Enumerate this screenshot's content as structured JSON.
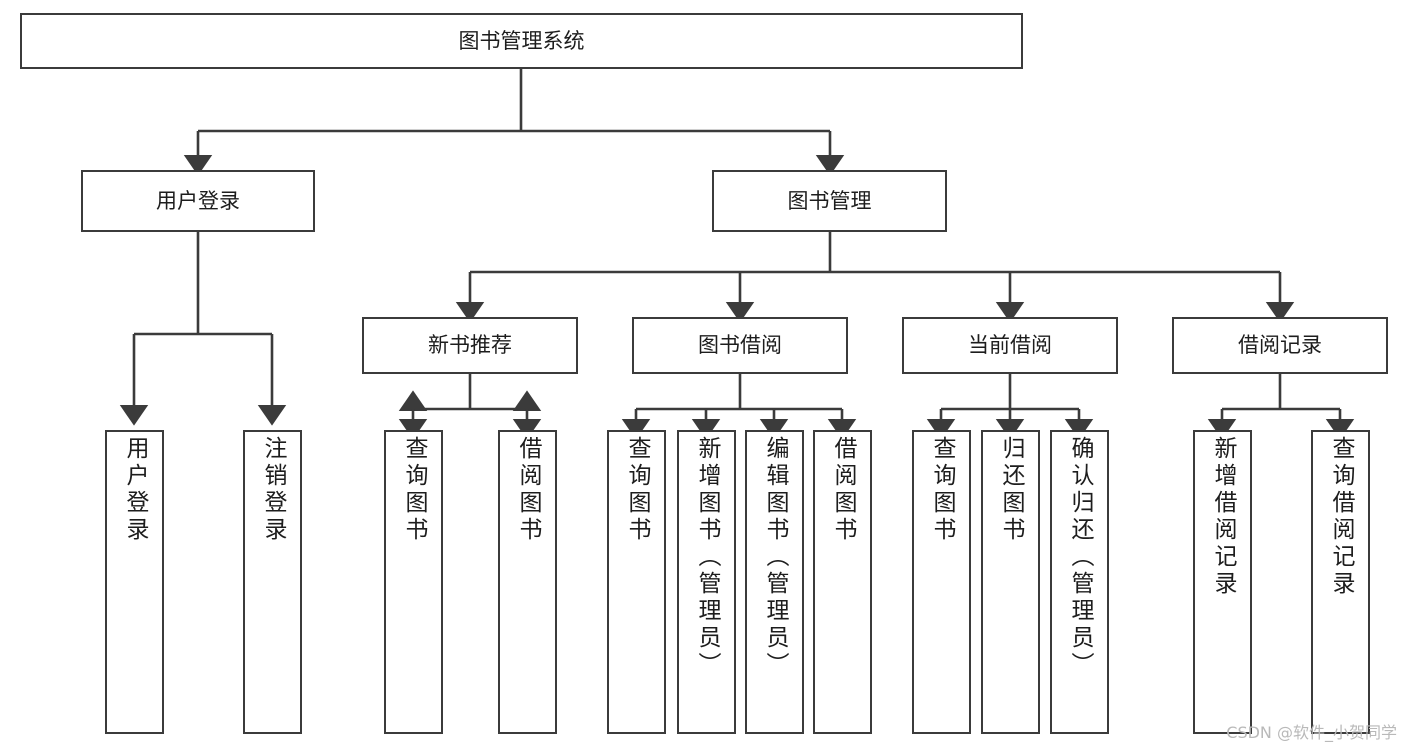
{
  "diagram": {
    "type": "tree",
    "title": "图书管理系统",
    "theme": {
      "box_border": "#3b3b3b",
      "box_fill": "#ffffff",
      "line": "#3b3b3b",
      "text": "#1d1d1d",
      "background": "#ffffff",
      "watermark": "#b9b9b9"
    },
    "root": {
      "label": "图书管理系统"
    },
    "level2": [
      {
        "label": "用户登录"
      },
      {
        "label": "图书管理"
      }
    ],
    "level3": [
      {
        "label": "新书推荐"
      },
      {
        "label": "图书借阅"
      },
      {
        "label": "当前借阅"
      },
      {
        "label": "借阅记录"
      }
    ],
    "leaves": {
      "user_login": [
        {
          "label": "用户登录"
        },
        {
          "label": "注销登录"
        }
      ],
      "new_book": [
        {
          "label": "查询图书"
        },
        {
          "label": "借阅图书"
        }
      ],
      "book_borrow": [
        {
          "label": "查询图书"
        },
        {
          "label": "新增图书（管理员）"
        },
        {
          "label": "编辑图书（管理员）"
        },
        {
          "label": "借阅图书"
        }
      ],
      "current_borrow": [
        {
          "label": "查询图书"
        },
        {
          "label": "归还图书"
        },
        {
          "label": "确认归还（管理员）"
        }
      ],
      "borrow_record": [
        {
          "label": "新增借阅记录"
        },
        {
          "label": "查询借阅记录"
        }
      ]
    }
  },
  "watermark": {
    "text": "CSDN @软件_小贺同学"
  }
}
